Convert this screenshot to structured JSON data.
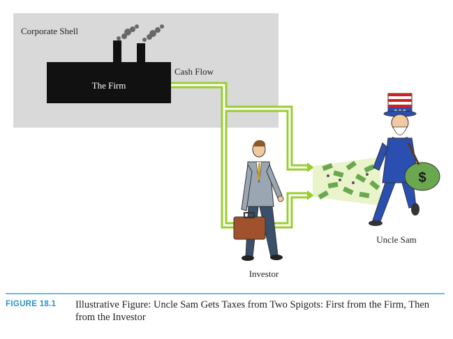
{
  "diagram": {
    "shell_label": "Corporate Shell",
    "firm_label": "The Firm",
    "flow_label": "Cash Flow",
    "investor_label": "Investor",
    "uncle_sam_label": "Uncle Sam"
  },
  "caption": {
    "figure_number": "FIGURE 18.1",
    "text": "Illustrative Figure: Uncle Sam Gets Taxes from Two Spigots: First from the Firm, Then from the Investor"
  },
  "colors": {
    "shell": "#d9d9d9",
    "firm": "#111111",
    "pipe": "#9acd32",
    "caption_accent": "#2a93c9"
  }
}
